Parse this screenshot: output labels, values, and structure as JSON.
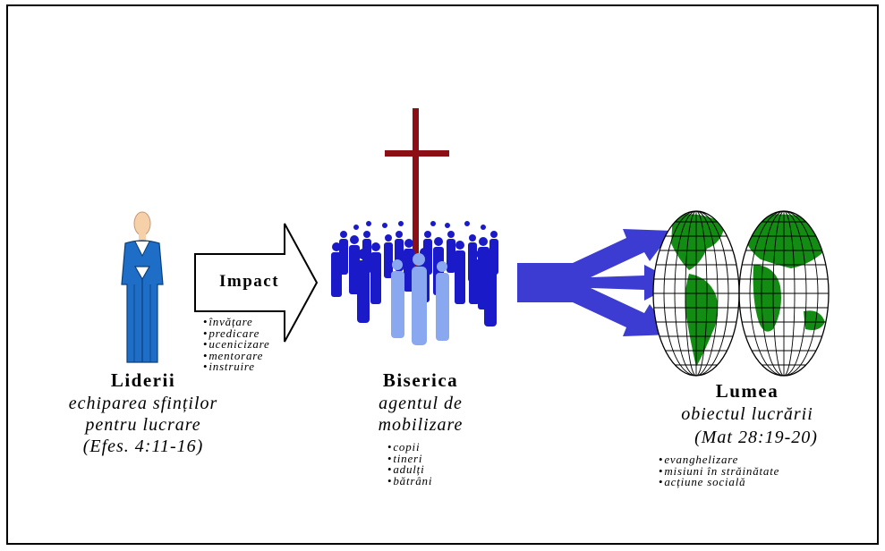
{
  "leaders": {
    "title": "Liderii",
    "line1": "echiparea sfinților",
    "line2": "pentru lucrare",
    "line3": "(Efes. 4:11-16)",
    "bullets": [
      "învățare",
      "predicare",
      "ucenicizare",
      "mentorare",
      "instruire"
    ]
  },
  "impact": {
    "label": "Impact"
  },
  "church": {
    "title": "Biserica",
    "line1": "agentul de",
    "line2": "mobilizare",
    "bullets": [
      "copii",
      "tineri",
      "adulți",
      "bătrâni"
    ]
  },
  "world": {
    "title": "Lumea",
    "line1": "obiectul lucrării",
    "line2": "(Mat 28:19-20)",
    "bullets": [
      "evanghelizare",
      "misiuni în străinătate",
      "acțiune socială"
    ]
  },
  "colors": {
    "cross": "#8b0f14",
    "people_dark": "#1a1ac8",
    "people_light": "#8aa8f0",
    "arrow_blue": "#3c3cd2",
    "leader_suit": "#1e6ec8",
    "leader_skin": "#f5d0a8",
    "land_green": "#128c12"
  }
}
